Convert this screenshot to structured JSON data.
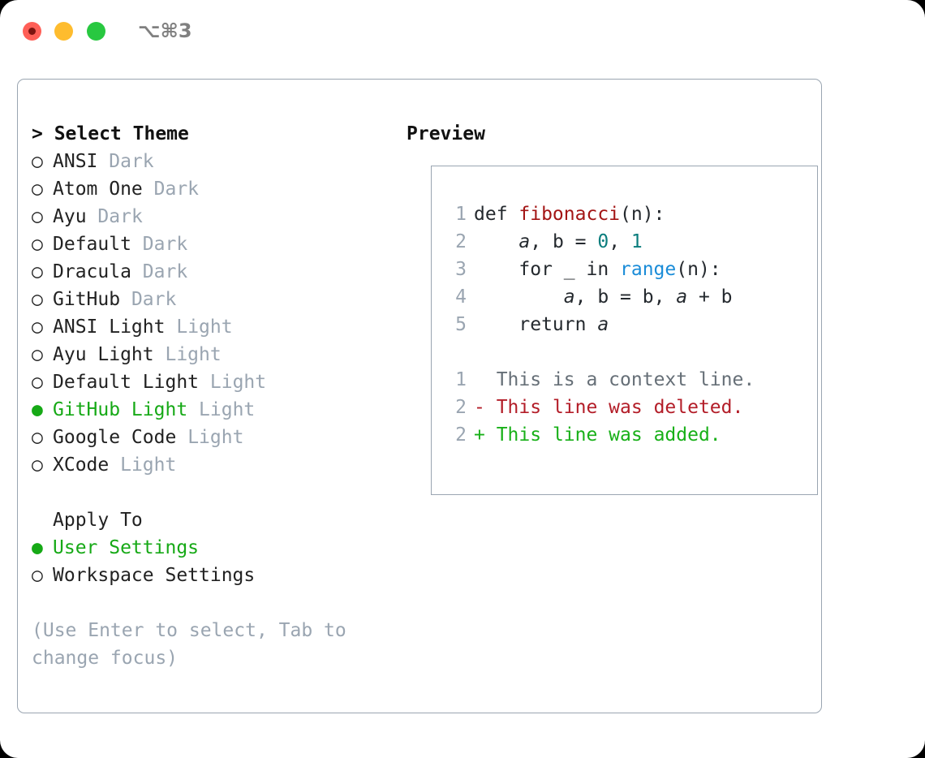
{
  "titlebar": {
    "shortcut": "⌥⌘3",
    "buttons": {
      "close_label": "close",
      "minimize_label": "minimize",
      "maximize_label": "maximize"
    },
    "colors": {
      "close": "#ff5f57",
      "close_dot": "#7d1410",
      "minimize": "#febc2e",
      "maximize": "#28c840",
      "shortcut_text": "#808080"
    }
  },
  "theme_picker": {
    "header": "> Select Theme",
    "markers": {
      "unselected": "○",
      "selected": "●"
    },
    "selected_theme": "GitHub Light",
    "accent_color": "#16a916",
    "muted_color": "#9aa5b1",
    "options": [
      {
        "marker": "○",
        "name": "ANSI",
        "variant": "Dark",
        "selected": false
      },
      {
        "marker": "○",
        "name": "Atom One",
        "variant": "Dark",
        "selected": false
      },
      {
        "marker": "○",
        "name": "Ayu",
        "variant": "Dark",
        "selected": false
      },
      {
        "marker": "○",
        "name": "Default",
        "variant": "Dark",
        "selected": false
      },
      {
        "marker": "○",
        "name": "Dracula",
        "variant": "Dark",
        "selected": false
      },
      {
        "marker": "○",
        "name": "GitHub",
        "variant": "Dark",
        "selected": false
      },
      {
        "marker": "○",
        "name": "ANSI Light",
        "variant": "Light",
        "selected": false
      },
      {
        "marker": "○",
        "name": "Ayu Light",
        "variant": "Light",
        "selected": false
      },
      {
        "marker": "○",
        "name": "Default Light",
        "variant": "Light",
        "selected": false
      },
      {
        "marker": "●",
        "name": "GitHub Light",
        "variant": "Light",
        "selected": true
      },
      {
        "marker": "○",
        "name": "Google Code",
        "variant": "Light",
        "selected": false
      },
      {
        "marker": "○",
        "name": "XCode",
        "variant": "Light",
        "selected": false
      }
    ]
  },
  "apply_to": {
    "header": "Apply To",
    "selected_target": "User Settings",
    "options": [
      {
        "marker": "●",
        "name": "User Settings",
        "selected": true
      },
      {
        "marker": "○",
        "name": "Workspace Settings",
        "selected": false
      }
    ]
  },
  "hint": "(Use Enter to select, Tab to change focus)",
  "preview": {
    "header": "Preview",
    "code_lines": [
      {
        "lineno": "1",
        "tokens": [
          {
            "text": "def ",
            "type": "kw"
          },
          {
            "text": "fibonacci",
            "type": "fn"
          },
          {
            "text": "(n):",
            "type": "plain"
          }
        ]
      },
      {
        "lineno": "2",
        "tokens": [
          {
            "text": "    ",
            "type": "plain"
          },
          {
            "text": "a",
            "type": "var"
          },
          {
            "text": ", ",
            "type": "plain"
          },
          {
            "text": "b",
            "type": "plain"
          },
          {
            "text": " = ",
            "type": "plain"
          },
          {
            "text": "0",
            "type": "num"
          },
          {
            "text": ", ",
            "type": "plain"
          },
          {
            "text": "1",
            "type": "num"
          }
        ]
      },
      {
        "lineno": "3",
        "tokens": [
          {
            "text": "    for _ in ",
            "type": "plain"
          },
          {
            "text": "range",
            "type": "builtin"
          },
          {
            "text": "(n):",
            "type": "plain"
          }
        ]
      },
      {
        "lineno": "4",
        "tokens": [
          {
            "text": "        ",
            "type": "plain"
          },
          {
            "text": "a",
            "type": "var"
          },
          {
            "text": ", b = b, ",
            "type": "plain"
          },
          {
            "text": "a",
            "type": "var"
          },
          {
            "text": " + b",
            "type": "plain"
          }
        ]
      },
      {
        "lineno": "5",
        "tokens": [
          {
            "text": "    return ",
            "type": "plain"
          },
          {
            "text": "a",
            "type": "var"
          }
        ]
      }
    ],
    "diff_lines": [
      {
        "lineno": "1",
        "prefix": "  ",
        "text": "This is a context line.",
        "type": "ctx"
      },
      {
        "lineno": "2",
        "prefix": "- ",
        "text": "This line was deleted.",
        "type": "del"
      },
      {
        "lineno": "2",
        "prefix": "+ ",
        "text": "This line was added.",
        "type": "add"
      }
    ],
    "colors": {
      "function_name": "#a31515",
      "number": "#0a7d7d",
      "builtin": "#1a8cd8",
      "plain": "#24292e",
      "lineno": "#9aa5b1",
      "diff_context": "#666f77",
      "diff_deleted": "#b31d28",
      "diff_added": "#18b018",
      "border": "#9aa5b1"
    }
  }
}
